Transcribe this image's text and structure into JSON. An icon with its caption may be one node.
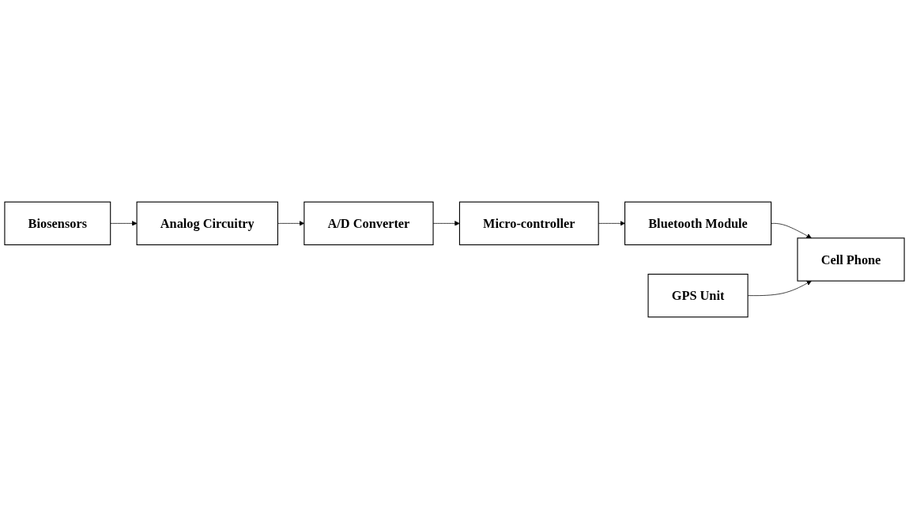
{
  "diagram": {
    "nodes": [
      {
        "text": [
          "Biosensors"
        ]
      },
      {
        "text": [
          "Analog Circuitry"
        ]
      },
      {
        "text": [
          "A/D Converter"
        ]
      },
      {
        "text": [
          "Micro-controller"
        ]
      },
      {
        "text": [
          "Bluetooth Module"
        ]
      },
      {
        "text": [
          "GPS Unit"
        ]
      },
      {
        "text": [
          "Cell Phone"
        ]
      }
    ],
    "edges": [
      {
        "from": 0,
        "to": 1,
        "arrow": "to"
      },
      {
        "from": 1,
        "to": 2,
        "arrow": "to"
      },
      {
        "from": 2,
        "to": 3,
        "arrow": "to"
      },
      {
        "from": 3,
        "to": 4,
        "arrow": "to"
      },
      {
        "from": 4,
        "to": 6,
        "arrow": "to"
      },
      {
        "from": 5,
        "to": 6,
        "arrow": "to"
      }
    ]
  }
}
